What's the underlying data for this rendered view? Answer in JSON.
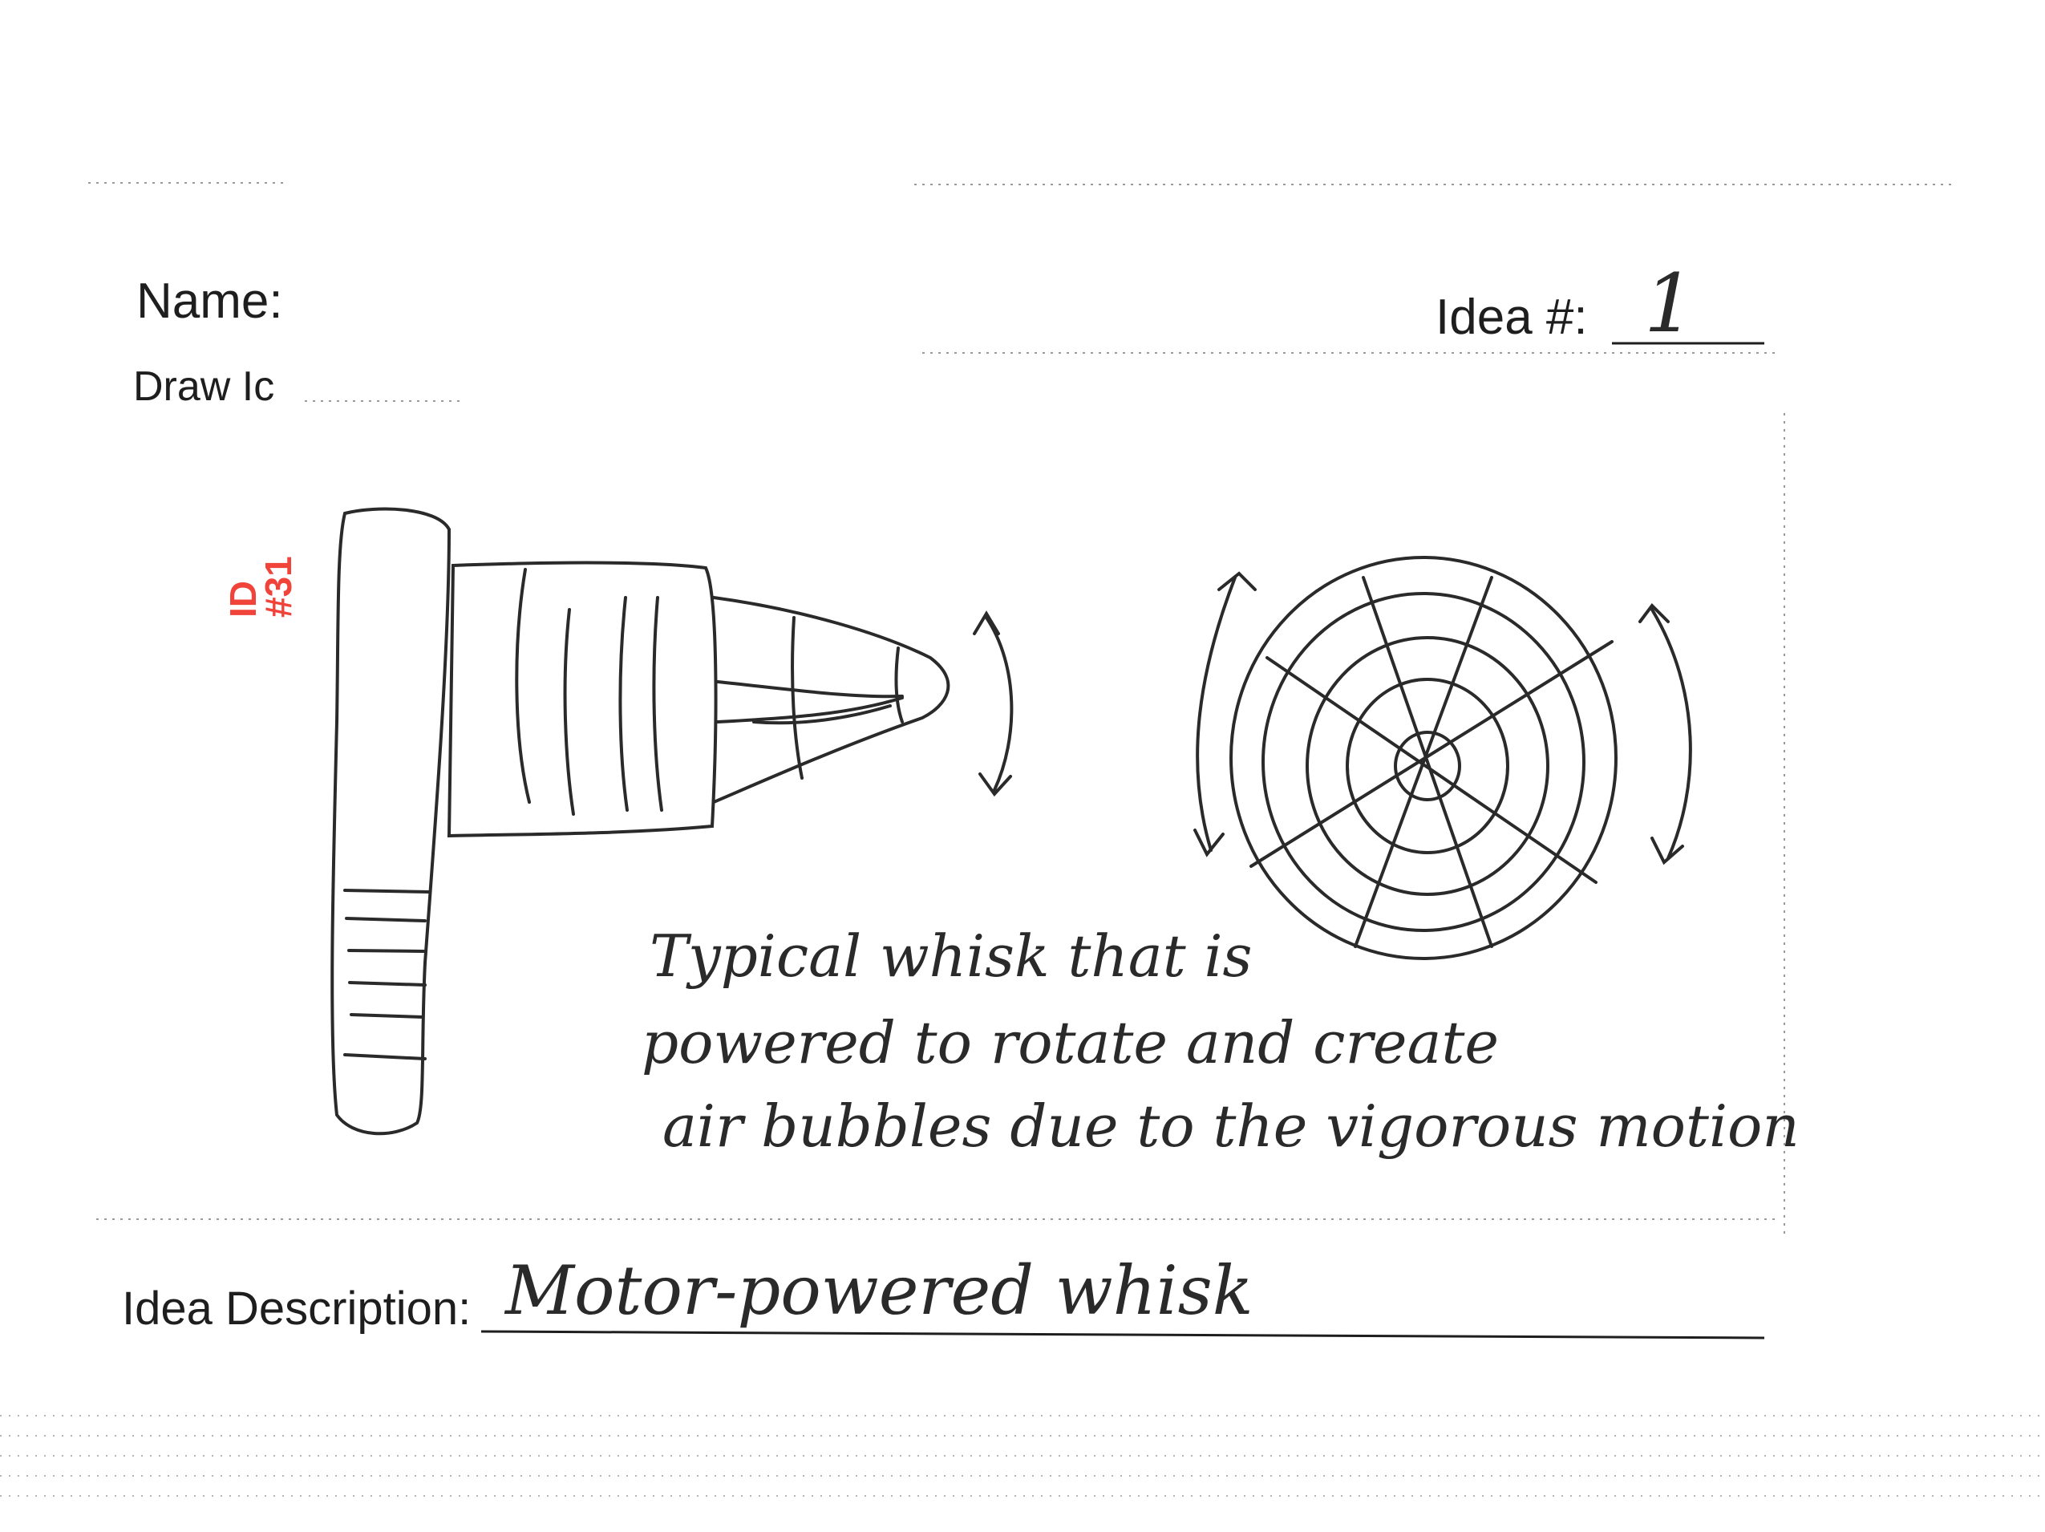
{
  "form": {
    "name_label": "Name:",
    "draw_label": "Draw Ic",
    "idea_label": "Idea #:",
    "idea_number": "1",
    "description_label": "Idea Description:",
    "description_value": "Motor-powered whisk"
  },
  "stamp": {
    "line1": "ID",
    "line2": "#31"
  },
  "sketch_note": {
    "lines": [
      "Typical whisk that is",
      "powered to rotate and create",
      "air bubbles due to the vigorous motion"
    ]
  },
  "colors": {
    "ink": "#2a2a2a",
    "stamp": "#f0443a",
    "paper": "#ffffff"
  }
}
